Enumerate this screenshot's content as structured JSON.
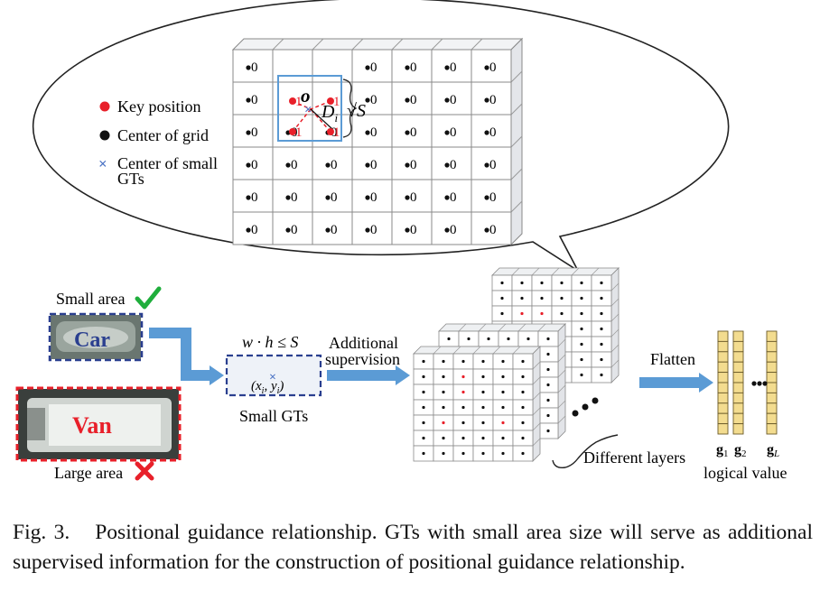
{
  "legend": {
    "key_position": "Key position",
    "center_of_grid": "Center of grid",
    "center_small_line1": "Center of small",
    "center_small_line2": "GTs"
  },
  "grid": {
    "rows": 6,
    "cols": 7,
    "cell_value": "0",
    "key_value": "1",
    "o_label": "o",
    "d_label": "D",
    "d_sub": "i",
    "sqrt_label": "√S"
  },
  "left": {
    "small_area": "Small area",
    "car_text": "Car",
    "van_text": "Van",
    "large_area": "Large area"
  },
  "middle": {
    "formula": "w · h ≤ S",
    "coord": "(x",
    "coord_i": "i",
    "coord_sep": ", y",
    "coord_close": ")",
    "small_gts": "Small GTs",
    "additional": "Additional",
    "supervision": "supervision"
  },
  "right": {
    "flatten": "Flatten",
    "different_layers": "Different layers",
    "g1": "g",
    "g1_sub": "1",
    "g2": "g",
    "g2_sub": "2",
    "gL": "g",
    "gL_sub": "L",
    "logical_value": "logical value"
  },
  "caption": {
    "label": "Fig. 3.",
    "text": "Positional guidance relationship. GTs with small area size will serve as additional supervised information for the construction of positional guidance relationship."
  },
  "colors": {
    "red": "#e8202a",
    "blue": "#4a72c4",
    "arrow": "#5b9bd5",
    "green": "#1fae3c",
    "bar": "#f3dc8f",
    "navy": "#2a3f8f"
  }
}
